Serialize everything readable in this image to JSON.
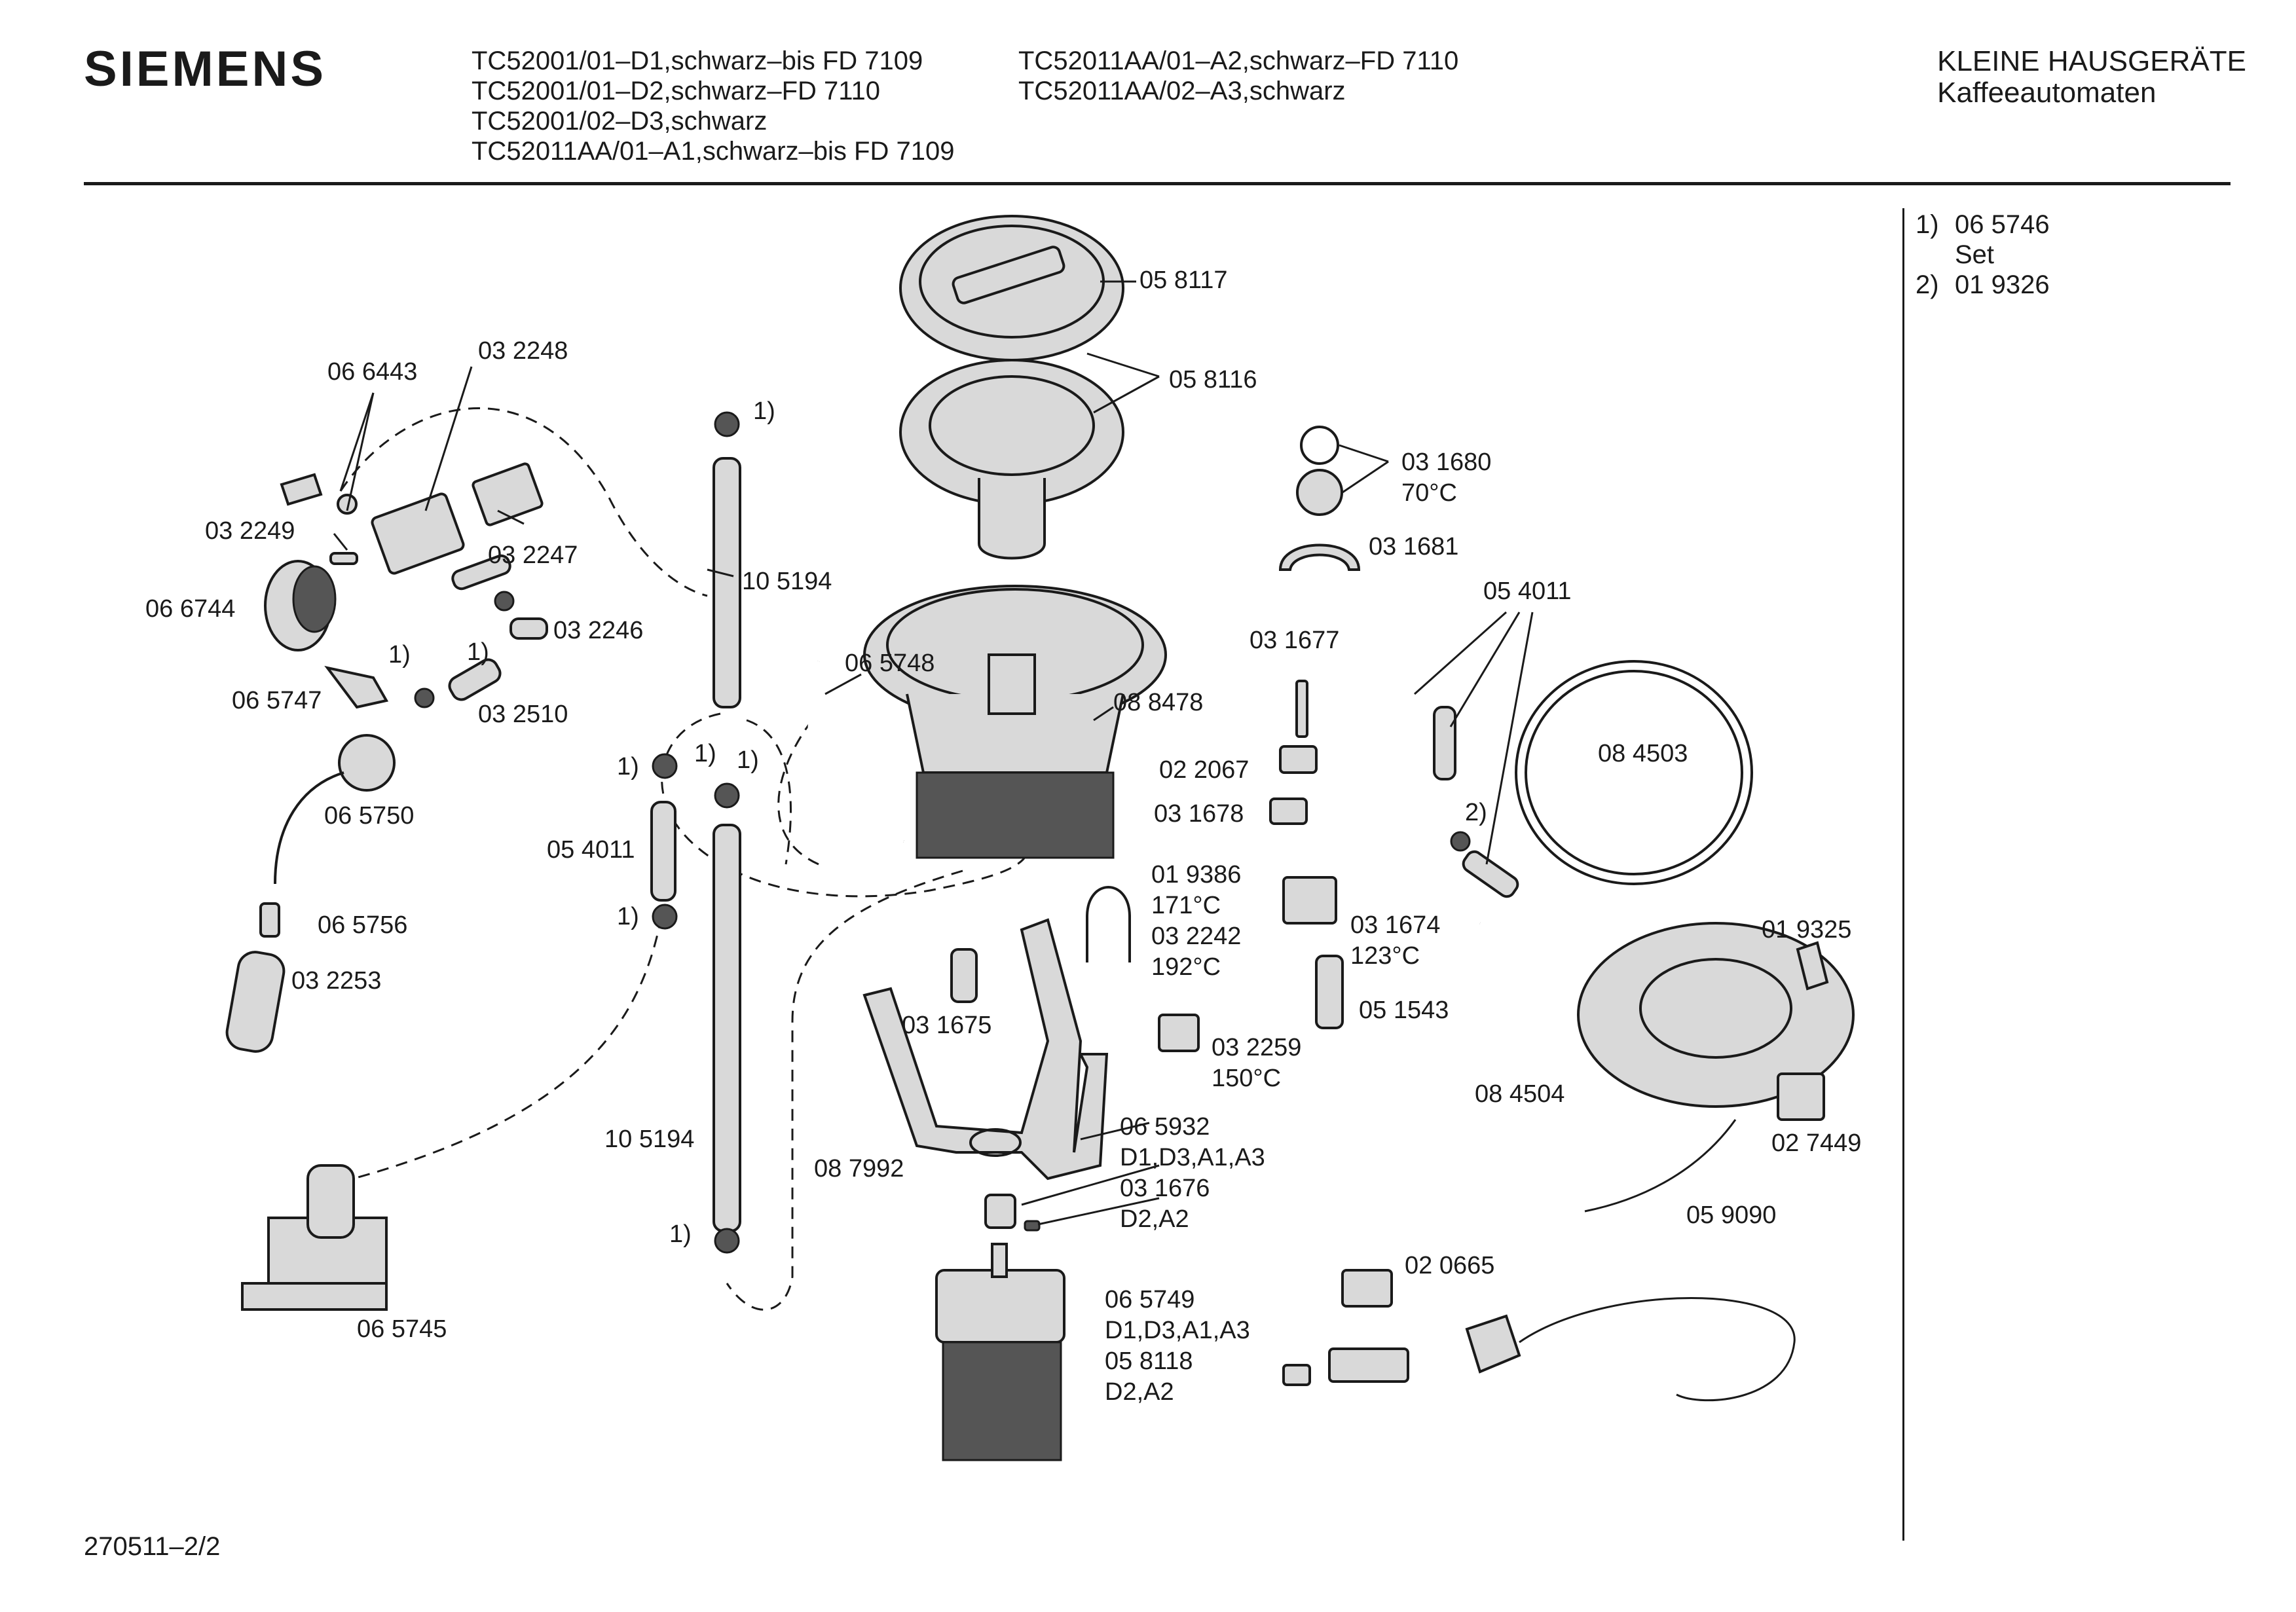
{
  "header": {
    "brand": "SIEMENS",
    "models_col1": [
      "TC52001/01–D1,schwarz–bis FD 7109",
      "TC52001/01–D2,schwarz–FD 7110",
      "TC52001/02–D3,schwarz",
      "TC52011AA/01–A1,schwarz–bis FD 7109"
    ],
    "models_col2": [
      "TC52011AA/01–A2,schwarz–FD 7110",
      "TC52011AA/02–A3,schwarz"
    ],
    "category": "KLEINE HAUSGERÄTE",
    "subcategory": "Kaffeeautomaten"
  },
  "notes": [
    {
      "num": "1)",
      "text": "06 5746",
      "extra": "Set"
    },
    {
      "num": "2)",
      "text": "01 9326",
      "extra": ""
    }
  ],
  "footer": {
    "doc_id": "270511–2/2"
  },
  "parts": {
    "p058117": "05 8117",
    "p058116": "05 8116",
    "p066443": "06 6443",
    "p032248": "03 2248",
    "p032249": "03 2249",
    "p032247": "03 2247",
    "p065744": "06 6744",
    "p032246": "03 2246",
    "p065747": "06 5747",
    "p032510": "03 2510",
    "p065750": "06 5750",
    "p065756": "06 5756",
    "p032253": "03 2253",
    "p065745": "06 5745",
    "p105194a": "10 5194",
    "p054011a": "05 4011",
    "p105194b": "10 5194",
    "p065748": "06 5748",
    "p088478": "08 8478",
    "p031680": "03 1680",
    "p031680t": "70°C",
    "p031681": "03 1681",
    "p031677": "03 1677",
    "p022067": "02 2067",
    "p031678": "03 1678",
    "p019386": "01 9386",
    "p019386t": "171°C",
    "p032242": "03 2242",
    "p032242t": "192°C",
    "p031674": "03 1674",
    "p031674t": "123°C",
    "p051543": "05 1543",
    "p032259": "03 2259",
    "p032259t": "150°C",
    "p031675": "03 1675",
    "p087992": "08 7992",
    "p065932": "06 5932",
    "p065932v": "D1,D3,A1,A3",
    "p031676": "03 1676",
    "p031676v": "D2,A2",
    "p065749": "06 5749",
    "p065749v": "D1,D3,A1,A3",
    "p058118": "05 8118",
    "p058118v": "D2,A2",
    "p054011b": "05 4011",
    "p084503": "08 4503",
    "p019325": "01 9325",
    "p084504": "08 4504",
    "p027449": "02 7449",
    "p059090": "05 9090",
    "p020665": "02 0665",
    "n1": "1)",
    "n2": "2)"
  }
}
